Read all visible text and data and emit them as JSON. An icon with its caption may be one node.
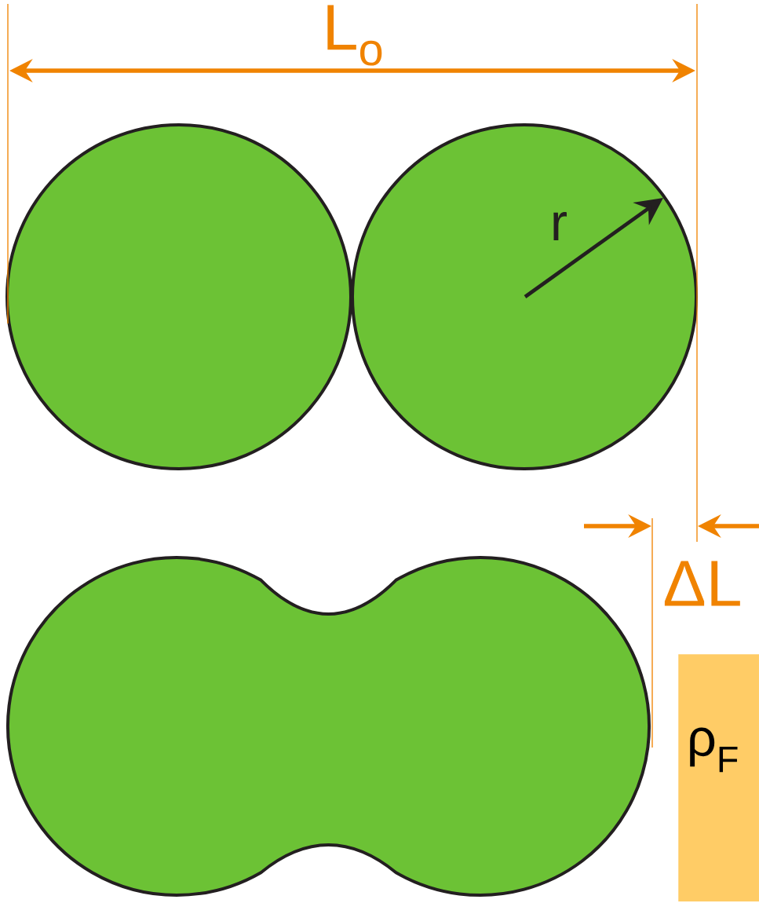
{
  "diagram": {
    "nodes": [
      {
        "text": [],
        "shape": "circle"
      },
      {
        "text": [],
        "shape": "circle"
      },
      {
        "text": [],
        "shape": "blob"
      },
      {
        "text": [
          "ρ$_{F}$"
        ]
      }
    ],
    "labels": [
      "L$_{o}$",
      "r",
      "ΔL"
    ]
  }
}
